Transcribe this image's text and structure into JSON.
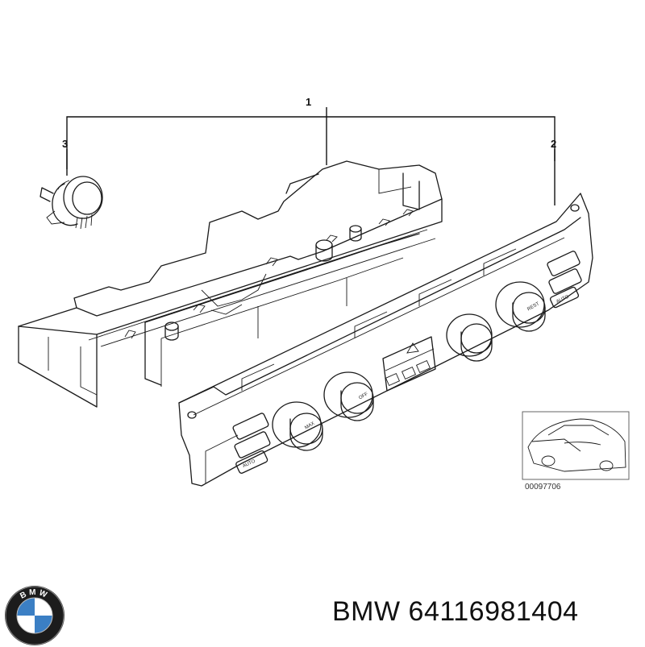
{
  "callouts": [
    "1",
    "2",
    "3"
  ],
  "panel_labels": {
    "max": "MAX",
    "off": "OFF",
    "rest": "REST",
    "auto_left": "AUTO",
    "auto_right": "AUTO"
  },
  "reference_number": "00097706",
  "logo_text": "BMW",
  "caption": {
    "brand": "BMW",
    "part_number": "64116981404"
  },
  "colors": {
    "logo_blue": "#3b7fc4",
    "logo_ring": "#1c1c1c",
    "line": "#1a1a1a"
  }
}
